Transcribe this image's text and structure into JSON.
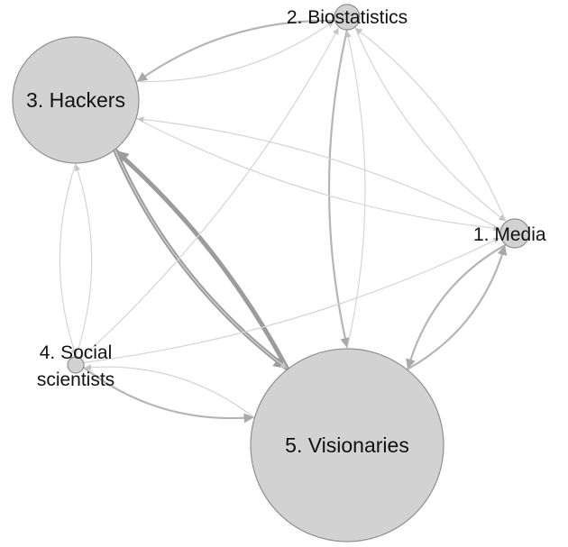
{
  "colors": {
    "background": "#ffffff",
    "node_fill": "#d2d2d2",
    "node_stroke": "#8f8f8f",
    "edge_light": "#d4d4d4",
    "edge_medium": "#b5b5b5",
    "edge_heavy": "#9c9c9c",
    "label_text": "#111111"
  },
  "nodes": [
    {
      "id": "media",
      "label_lines": [
        "1. Media"
      ]
    },
    {
      "id": "biostatistics",
      "label_lines": [
        "2. Biostatistics"
      ]
    },
    {
      "id": "hackers",
      "label_lines": [
        "3. Hackers"
      ]
    },
    {
      "id": "social-scientists",
      "label_lines": [
        "4. Social",
        "scientists"
      ]
    },
    {
      "id": "visionaries",
      "label_lines": [
        "5. Visionaries"
      ]
    }
  ],
  "edges": [
    {
      "from": "hackers",
      "to": "visionaries",
      "weight": "heavy"
    },
    {
      "from": "visionaries",
      "to": "hackers",
      "weight": "heavy"
    },
    {
      "from": "biostatistics",
      "to": "hackers",
      "weight": "medium"
    },
    {
      "from": "hackers",
      "to": "biostatistics",
      "weight": "light"
    },
    {
      "from": "biostatistics",
      "to": "visionaries",
      "weight": "medium"
    },
    {
      "from": "visionaries",
      "to": "biostatistics",
      "weight": "light"
    },
    {
      "from": "media",
      "to": "visionaries",
      "weight": "medium"
    },
    {
      "from": "visionaries",
      "to": "media",
      "weight": "medium"
    },
    {
      "from": "hackers",
      "to": "media",
      "weight": "light"
    },
    {
      "from": "media",
      "to": "hackers",
      "weight": "light"
    },
    {
      "from": "biostatistics",
      "to": "media",
      "weight": "light"
    },
    {
      "from": "media",
      "to": "biostatistics",
      "weight": "light"
    },
    {
      "from": "social-scientists",
      "to": "hackers",
      "weight": "light"
    },
    {
      "from": "hackers",
      "to": "social-scientists",
      "weight": "light"
    },
    {
      "from": "social-scientists",
      "to": "visionaries",
      "weight": "medium"
    },
    {
      "from": "visionaries",
      "to": "social-scientists",
      "weight": "light"
    },
    {
      "from": "social-scientists",
      "to": "biostatistics",
      "weight": "light"
    },
    {
      "from": "social-scientists",
      "to": "media",
      "weight": "light"
    },
    {
      "from": "hackers",
      "to": "visionaries",
      "weight": "light"
    }
  ]
}
